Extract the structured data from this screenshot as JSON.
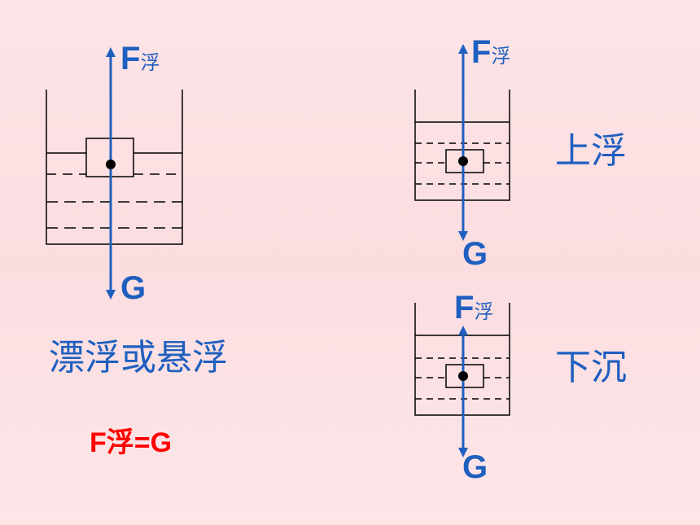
{
  "colors": {
    "line": "#000000",
    "arrow": "#1f5fbf",
    "text_blue": "#1f5fbf",
    "formula_red": "#ff0000"
  },
  "diagrams": {
    "left": {
      "force_up": {
        "letter": "F",
        "subscript": "浮"
      },
      "force_down": {
        "letter": "G"
      },
      "caption": "漂浮或悬浮",
      "formula": {
        "lhs_letter": "F",
        "lhs_sub": "浮",
        "rhs": "=G"
      }
    },
    "top_right": {
      "force_up": {
        "letter": "F",
        "subscript": "浮"
      },
      "force_down": {
        "letter": "G"
      },
      "caption": "上浮"
    },
    "bottom_right": {
      "force_up": {
        "letter": "F",
        "subscript": "浮"
      },
      "force_down": {
        "letter": "G"
      },
      "caption": "下沉"
    }
  }
}
